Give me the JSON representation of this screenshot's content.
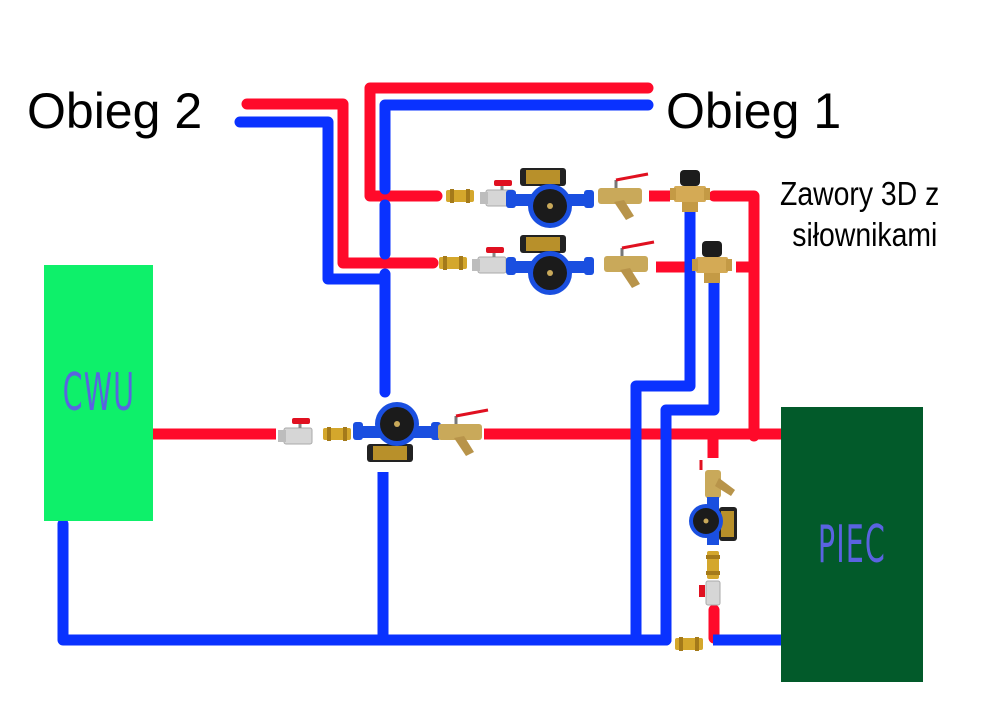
{
  "labels": {
    "circuit_2": "Obieg 2",
    "circuit_1": "Obieg 1",
    "valves_note_line1": "Zawory 3D z",
    "valves_note_line2": "siłownikami"
  },
  "tanks": {
    "cwu": {
      "label": "CWU",
      "color": "#0ef06a",
      "text_color": "#5a63e0"
    },
    "piec": {
      "label": "PIEC",
      "color": "#025a2a",
      "text_color": "#5a63e0"
    }
  },
  "colors": {
    "supply_pipe": "#ff0a2a",
    "return_pipe": "#0a32ff",
    "pump_body": "#1a4fe0",
    "brass": "#c9a95a",
    "valve_handle": "#e01020",
    "valve_body": "#cfcfcf"
  },
  "components": {
    "pumps": [
      "pump-circuit-1",
      "pump-circuit-2",
      "pump-cwu",
      "pump-boiler"
    ],
    "mixing_valves": [
      "3d-valve-circuit-1",
      "3d-valve-circuit-2"
    ],
    "strainers": [
      "strainer-circuit-1",
      "strainer-circuit-2",
      "strainer-cwu",
      "strainer-boiler"
    ],
    "ball_valves": [
      "ball-valve-circuit-1",
      "ball-valve-circuit-2",
      "ball-valve-cwu",
      "ball-valve-boiler"
    ],
    "couplings": [
      "coupling-circuit-1",
      "coupling-circuit-2",
      "coupling-cwu",
      "coupling-boiler",
      "coupling-return"
    ]
  }
}
